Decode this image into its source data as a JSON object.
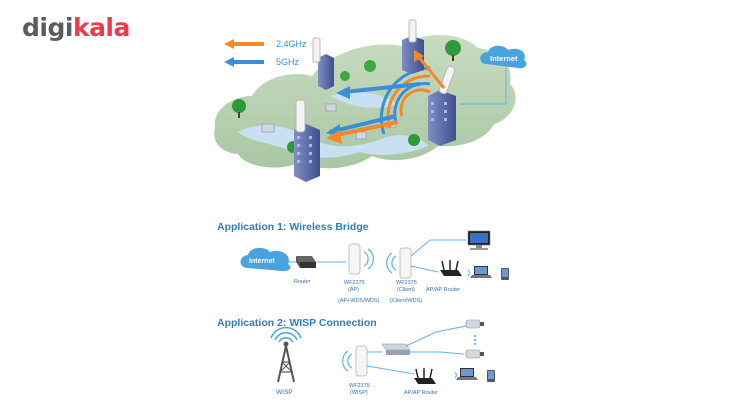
{
  "brand": {
    "part1": "digi",
    "part2": "kala",
    "part1_color": "#5c5c5c",
    "part2_color": "#ef394e"
  },
  "top_diagram": {
    "legend": {
      "band_24": "2.4GHz",
      "band_5": "5GHz",
      "color_24": "#f28a2c",
      "color_5": "#3b8fd6"
    },
    "internet_label": "Internet"
  },
  "app1": {
    "title": "Application 1: Wireless Bridge",
    "internet_label": "Internet",
    "router_label": "Router",
    "ap_label": [
      "WF2375",
      "(AP)"
    ],
    "ap_mode": "(AP+WDS/WDS)",
    "client_label": [
      "WF2375",
      "(Client)"
    ],
    "client_mode": "(Client/WDS)",
    "ap_router_label": "AP/AP Router"
  },
  "app2": {
    "title": "Application 2: WISP Connection",
    "wisp_label": "WISP",
    "device_label": [
      "WF2375",
      "(WISP)"
    ],
    "ap_router_label": "AP/AP Router"
  },
  "colors": {
    "title_blue": "#2a7fc4",
    "line_blue": "#5db3e6",
    "cloud_blue": "#4aa3df"
  }
}
